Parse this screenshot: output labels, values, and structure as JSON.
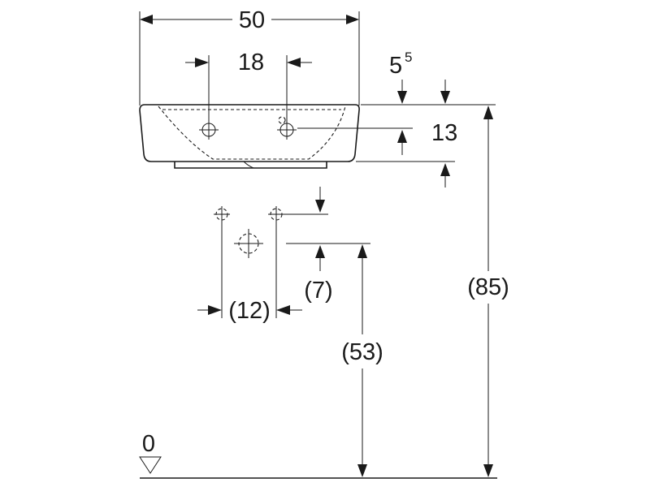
{
  "dimensions": {
    "basin_width": "50",
    "tap_hole_spacing": "18",
    "rim_offset": "5",
    "rim_offset_sup": "5",
    "basin_depth": "13",
    "waste_spacing": "(12)",
    "waste_offset": "(7)",
    "waste_height": "(53)",
    "rim_height": "(85)",
    "floor_level": "0"
  }
}
